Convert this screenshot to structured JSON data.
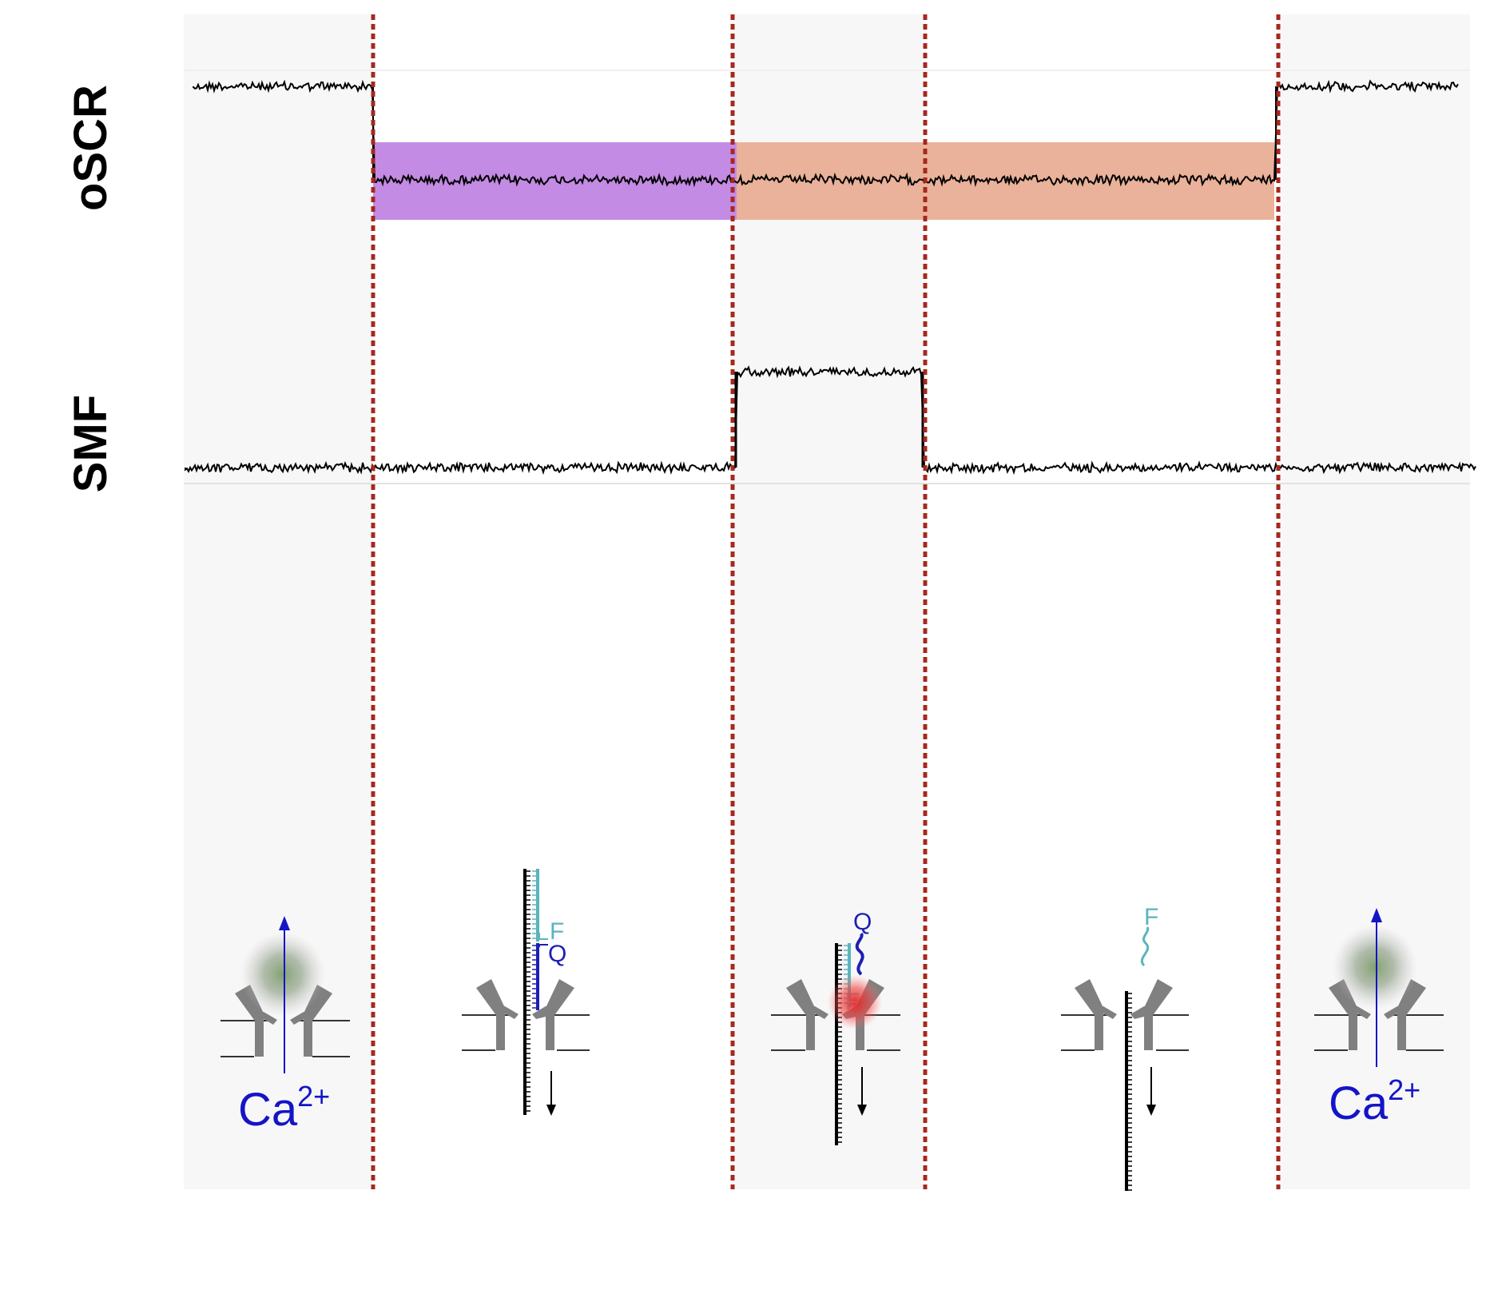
{
  "traces": {
    "oscr_label": "oSCR",
    "smf_label": "SMF"
  },
  "ion": {
    "symbol": "Ca",
    "charge": "2+"
  },
  "markers": {
    "fluorophore": "F",
    "quencher": "Q"
  },
  "colors": {
    "trace": "#000000",
    "event_line": "#a5281e",
    "band_purple": "#c38be4",
    "band_orange": "#eab29a",
    "panel_gray": "#f8f8f8",
    "calcium_blue": "#1414c8",
    "fluor_teal": "#5ab4be",
    "quench_blue": "#1e1eb4",
    "glow_green": "#6e9a5e",
    "glow_red": "#e61e1e",
    "protein_gray": "#808080"
  }
}
